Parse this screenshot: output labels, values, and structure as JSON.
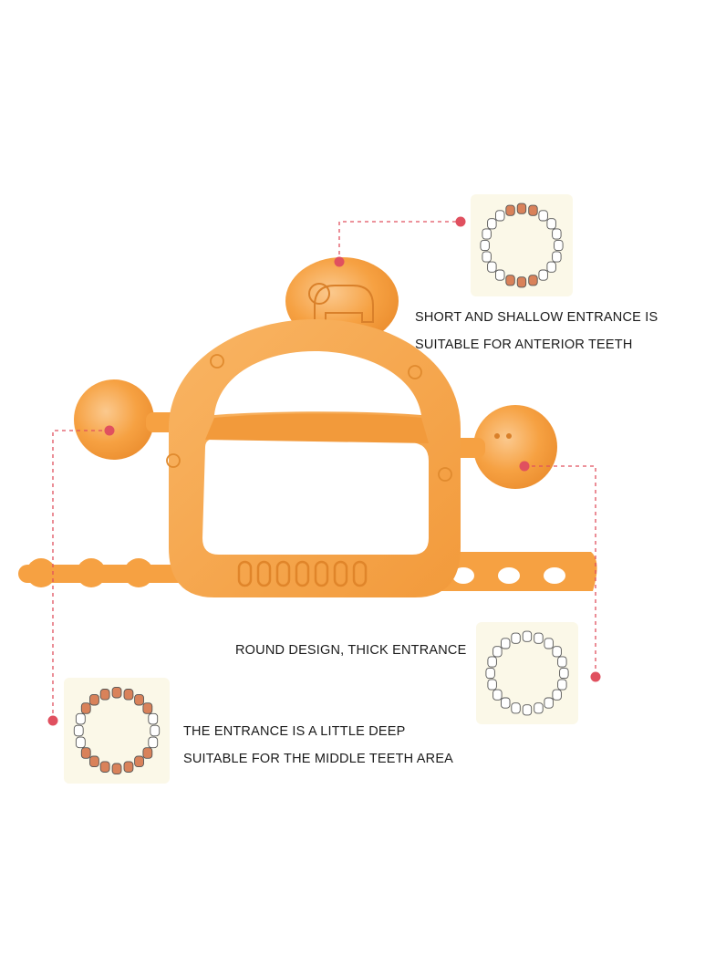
{
  "callouts": {
    "anterior": {
      "line1": "SHORT AND SHALLOW ENTRANCE IS",
      "line2": "SUITABLE FOR ANTERIOR TEETH"
    },
    "round": {
      "line1": "ROUND DESIGN, THICK ENTRANCE"
    },
    "middle": {
      "line1": "THE ENTRANCE IS A LITTLE DEEP",
      "line2": "SUITABLE FOR THE MIDDLE TEETH AREA"
    }
  },
  "colors": {
    "teether": "#f6a142",
    "teether_light": "#f9c27e",
    "teether_dark": "#e88a2a",
    "leader_line": "#e0505f",
    "tooth_highlight": "#d9825a",
    "card_bg": "#fbf8e8"
  },
  "icons": [
    "teether-illustration",
    "teeth-diagram-anterior",
    "teeth-diagram-round",
    "teeth-diagram-middle"
  ]
}
